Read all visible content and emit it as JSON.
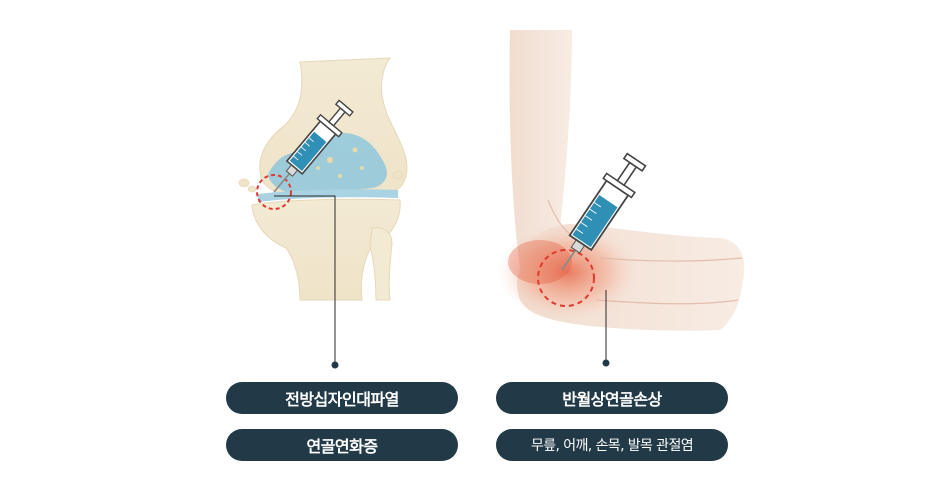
{
  "labels": {
    "knee_primary": "전방십자인대파열",
    "knee_secondary": "연골연화증",
    "elbow_primary": "반월상연골손상",
    "elbow_secondary": "무릎, 어깨, 손목, 발목 관절염"
  },
  "colors": {
    "pill_background": "#223a47",
    "pill_text": "#ffffff",
    "highlight_circle": "#e03a2f",
    "cartilage": "#8ec7dc",
    "syringe_fluid": "#2f8fb5"
  },
  "icons": [
    "knee-joint-illustration",
    "elbow-joint-illustration",
    "syringe-icon",
    "syringe-icon"
  ]
}
